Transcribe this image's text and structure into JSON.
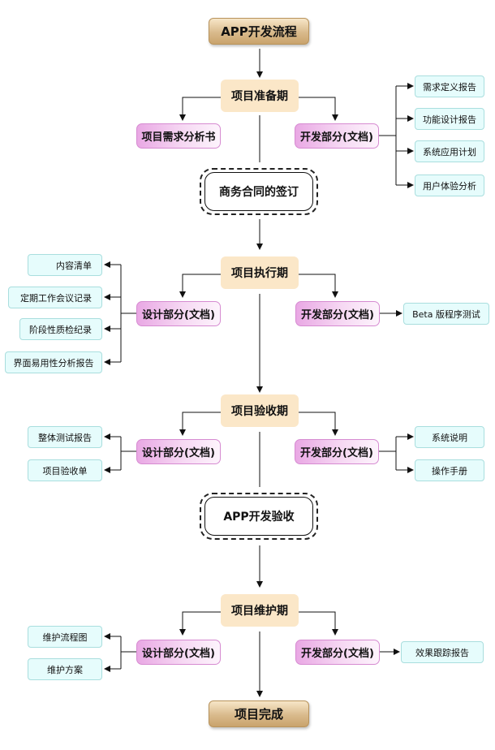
{
  "title": "APP开发流程",
  "end": "项目完成",
  "phases": [
    {
      "name": "项目准备期",
      "left": "项目需求分析书",
      "right": "开发部分(文档)",
      "right_docs": [
        "需求定义报告",
        "功能设计报告",
        "系统应用计划",
        "用户体验分析"
      ]
    },
    {
      "name": "项目执行期",
      "left": "设计部分(文档)",
      "left_docs": [
        "内容清单",
        "定期工作会议记录",
        "阶段性质检纪录",
        "界面易用性分析报告"
      ],
      "right": "开发部分(文档)",
      "right_docs": [
        "Beta 版程序测试"
      ]
    },
    {
      "name": "项目验收期",
      "left": "设计部分(文档)",
      "left_docs": [
        "整体测试报告",
        "项目验收单"
      ],
      "right": "开发部分(文档)",
      "right_docs": [
        "系统说明",
        "操作手册"
      ]
    },
    {
      "name": "项目维护期",
      "left": "设计部分(文档)",
      "left_docs": [
        "维护流程图",
        "维护方案"
      ],
      "right": "开发部分(文档)",
      "right_docs": [
        "效果跟踪报告"
      ]
    }
  ],
  "milestones": [
    "商务合同的签订",
    "APP开发验收"
  ],
  "colors": {
    "title_fill": "#d9ba8c",
    "phase_fill": "#fbe7c8",
    "part_fill": "#e9a8e4",
    "doc_fill": "#e6fcfc",
    "doc_border": "#a9dede",
    "connector": "#111111"
  }
}
